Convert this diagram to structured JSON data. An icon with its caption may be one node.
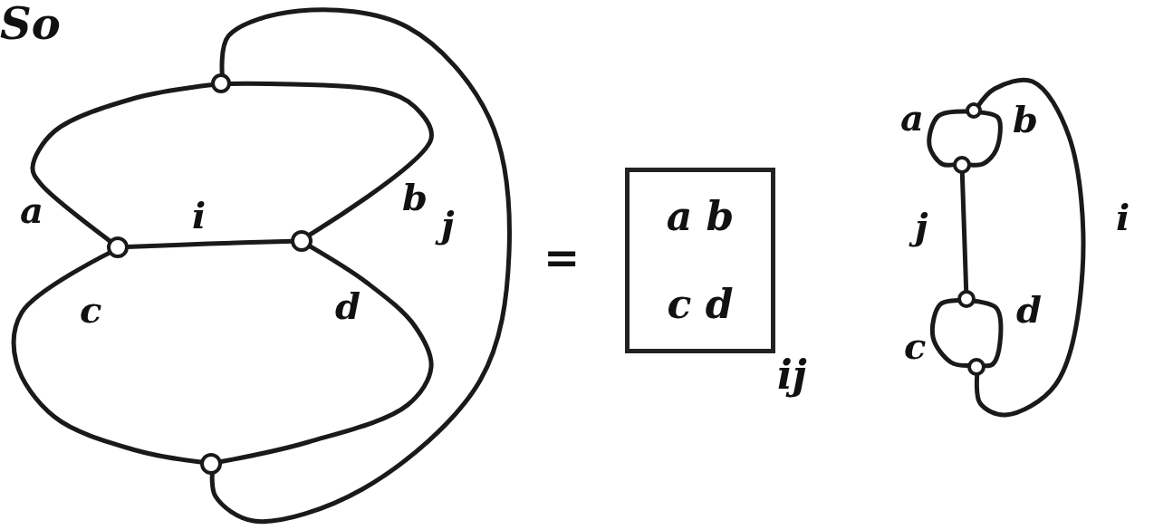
{
  "diagram": {
    "nodes": [
      {
        "text": [],
        "shape": "circle"
      },
      {
        "text": [],
        "shape": "circle"
      },
      {
        "text": [],
        "shape": "circle"
      },
      {
        "text": [],
        "shape": "circle"
      },
      {
        "text": [
          "a b",
          "c d"
        ],
        "beside": [
          "ij"
        ]
      },
      {
        "text": [],
        "shape": "circle"
      },
      {
        "text": [],
        "shape": "circle"
      },
      {
        "text": [],
        "shape": "circle"
      },
      {
        "text": [],
        "shape": "circle"
      }
    ],
    "edges": [
      {
        "from": 0,
        "to": 1,
        "arrow": "none",
        "label": "a"
      },
      {
        "from": 0,
        "to": 2,
        "arrow": "none",
        "label": "b"
      },
      {
        "from": 1,
        "to": 2,
        "arrow": "none",
        "label": "i"
      },
      {
        "from": 0,
        "to": 3,
        "arrow": "none",
        "label": "j"
      },
      {
        "from": 1,
        "to": 3,
        "arrow": "none",
        "label": "c"
      },
      {
        "from": 2,
        "to": 3,
        "arrow": "none",
        "label": "d"
      },
      {
        "from": 5,
        "to": 6,
        "arrow": "none",
        "label": "a"
      },
      {
        "from": 5,
        "to": 6,
        "arrow": "none",
        "label": "b"
      },
      {
        "from": 6,
        "to": 7,
        "arrow": "none",
        "label": "j"
      },
      {
        "from": 7,
        "to": 8,
        "arrow": "none",
        "label": "c"
      },
      {
        "from": 7,
        "to": 8,
        "arrow": "none",
        "label": "d"
      },
      {
        "from": 8,
        "to": 5,
        "arrow": "none",
        "label": "i"
      }
    ],
    "labels": [
      "So",
      "="
    ]
  }
}
